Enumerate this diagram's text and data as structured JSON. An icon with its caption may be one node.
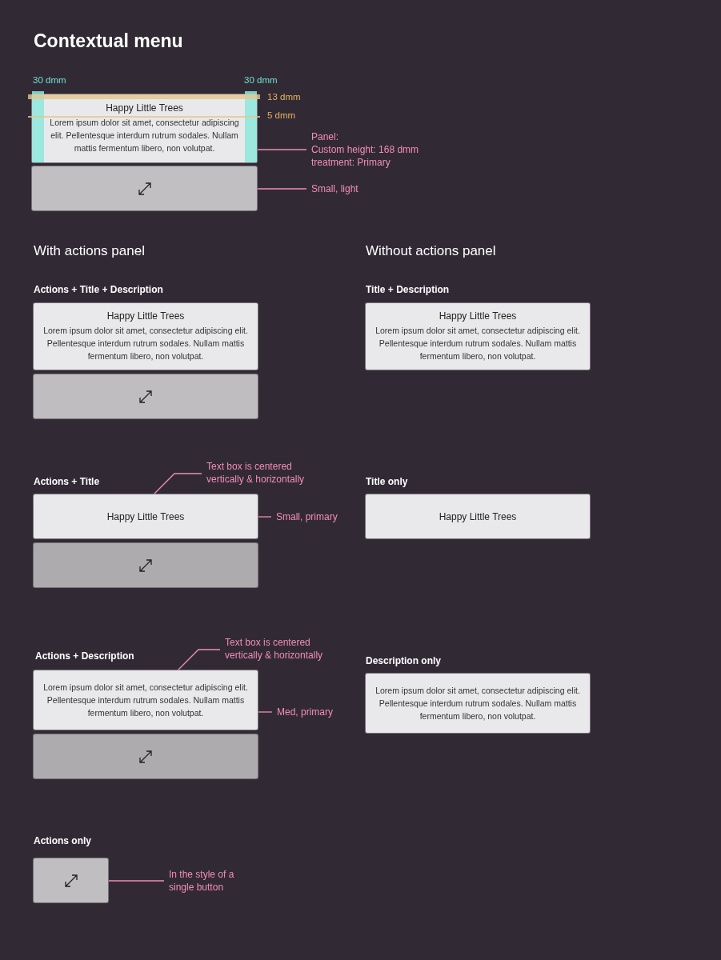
{
  "diagram": {
    "title": "Contextual menu",
    "nodes": [
      {
        "text": [
          "Happy Little Trees",
          "Lorem ipsum dolor sit amet, consectetur adipiscing elit. Pellentesque interdum rutrum sodales. Nullam mattis fermentum libero, non volutpat."
        ]
      },
      {
        "text": [],
        "shape": "box"
      },
      {
        "text": [
          "Panel:",
          "Custom height: 168 dmm",
          "treatment: Primary"
        ]
      },
      {
        "text": [
          "Small, light"
        ]
      },
      {
        "text": [
          "Happy Little Trees",
          "Lorem ipsum dolor sit amet, consectetur adipiscing elit. Pellentesque interdum rutrum sodales. Nullam mattis fermentum libero, non volutpat."
        ]
      },
      {
        "text": [],
        "shape": "box"
      },
      {
        "text": [
          "Happy Little Trees",
          "Lorem ipsum dolor sit amet, consectetur adipiscing elit. Pellentesque interdum rutrum sodales. Nullam mattis fermentum libero, non volutpat."
        ]
      },
      {
        "text": [
          "Happy Little Trees"
        ]
      },
      {
        "text": [],
        "shape": "box"
      },
      {
        "text": [
          "Text box is centered vertically & horizontally"
        ]
      },
      {
        "text": [
          "Small, primary"
        ]
      },
      {
        "text": [
          "Happy Little Trees"
        ]
      },
      {
        "text": [
          "Lorem ipsum dolor sit amet, consectetur adipiscing elit. Pellentesque interdum rutrum sodales. Nullam mattis fermentum libero, non volutpat."
        ]
      },
      {
        "text": [],
        "shape": "box"
      },
      {
        "text": [
          "Text box is centered vertically & horizontally"
        ]
      },
      {
        "text": [
          "Med, primary"
        ]
      },
      {
        "text": [
          "Lorem ipsum dolor sit amet, consectetur adipiscing elit. Pellentesque interdum rutrum sodales. Nullam mattis fermentum libero, non volutpat."
        ]
      },
      {
        "text": [],
        "shape": "box"
      },
      {
        "text": [
          "In the style of a single button"
        ]
      }
    ],
    "edges": [
      {
        "from": 2,
        "to": 0,
        "arrow": "none"
      },
      {
        "from": 3,
        "to": 1,
        "arrow": "none"
      },
      {
        "from": 9,
        "to": 7,
        "arrow": "none"
      },
      {
        "from": 10,
        "to": 7,
        "arrow": "none"
      },
      {
        "from": 14,
        "to": 12,
        "arrow": "none"
      },
      {
        "from": 15,
        "to": 12,
        "arrow": "none"
      },
      {
        "from": 18,
        "to": 17,
        "arrow": "none"
      }
    ],
    "labels": [
      "30 dmm",
      "30 dmm",
      "13 dmm",
      "5 dmm",
      "With actions panel",
      "Without actions panel",
      "Actions + Title + Description",
      "Title + Description",
      "Actions + Title",
      "Title only",
      "Actions + Description",
      "Description only",
      "Actions only"
    ]
  }
}
